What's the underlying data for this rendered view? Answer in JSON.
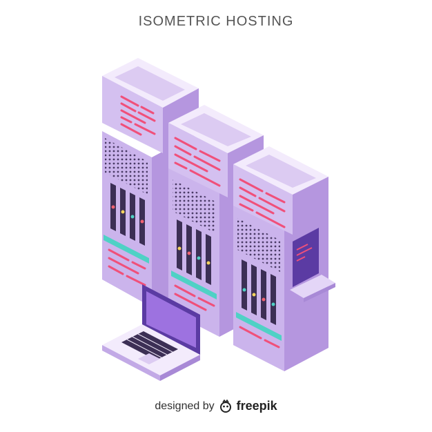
{
  "header": {
    "title": "ISOMETRIC HOSTING"
  },
  "footer": {
    "designed_by": "designed by",
    "brand": "freepik"
  },
  "colors": {
    "top": "#f0e6fb",
    "top_inner": "#d9c7f0",
    "left": "#c2a9e6",
    "right": "#b596df",
    "accent_pink": "#f0507a",
    "accent_pink_light": "#f9b8cb",
    "dark": "#3c2f55",
    "led_teal": "#4fd1c5",
    "led_yellow": "#f4d35e",
    "led_red": "#f06272",
    "laptop_lid": "#5b3ba3",
    "laptop_screen": "#9d72e0"
  }
}
